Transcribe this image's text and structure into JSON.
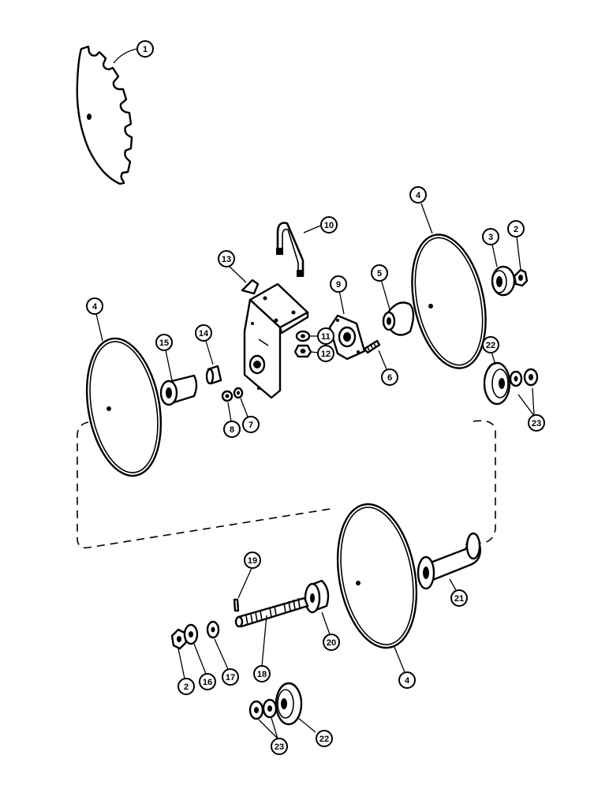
{
  "callouts": [
    {
      "id": "c1",
      "label": "1"
    },
    {
      "id": "c10",
      "label": "10"
    },
    {
      "id": "c4a",
      "label": "4"
    },
    {
      "id": "c3",
      "label": "3"
    },
    {
      "id": "c2a",
      "label": "2"
    },
    {
      "id": "c13",
      "label": "13"
    },
    {
      "id": "c9",
      "label": "9"
    },
    {
      "id": "c5",
      "label": "5"
    },
    {
      "id": "c4b",
      "label": "4"
    },
    {
      "id": "c14",
      "label": "14"
    },
    {
      "id": "c15",
      "label": "15"
    },
    {
      "id": "c11",
      "label": "11"
    },
    {
      "id": "c12",
      "label": "12"
    },
    {
      "id": "c6",
      "label": "6"
    },
    {
      "id": "c22a",
      "label": "22"
    },
    {
      "id": "c23a",
      "label": "23"
    },
    {
      "id": "c8",
      "label": "8"
    },
    {
      "id": "c7",
      "label": "7"
    },
    {
      "id": "c19",
      "label": "19"
    },
    {
      "id": "c21",
      "label": "21"
    },
    {
      "id": "c20",
      "label": "20"
    },
    {
      "id": "c18",
      "label": "18"
    },
    {
      "id": "c2b",
      "label": "2"
    },
    {
      "id": "c16",
      "label": "16"
    },
    {
      "id": "c17",
      "label": "17"
    },
    {
      "id": "c4c",
      "label": "4"
    },
    {
      "id": "c23b",
      "label": "23"
    },
    {
      "id": "c22b",
      "label": "22"
    }
  ]
}
